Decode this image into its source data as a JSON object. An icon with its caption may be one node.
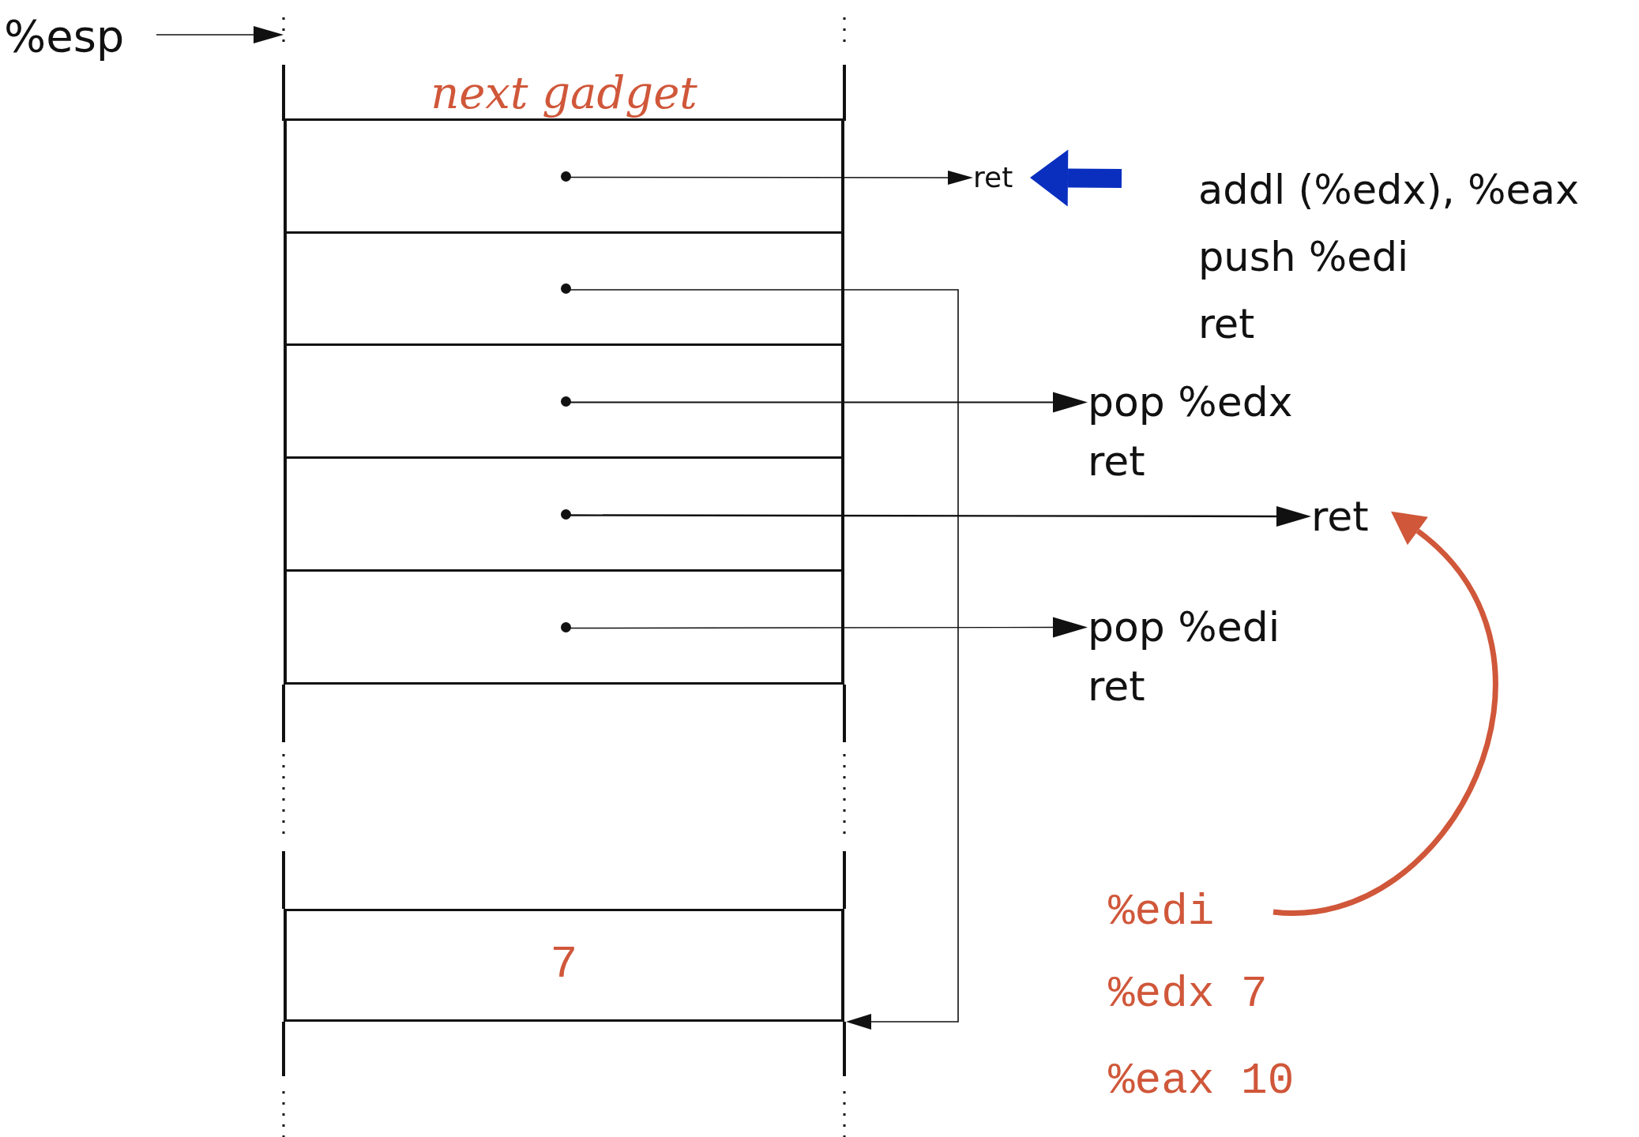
{
  "diagram": {
    "nodes": [
      {
        "text": [
          "%esp"
        ]
      },
      {
        "text": [
          "next gadget"
        ]
      },
      {
        "text": [],
        "shape": "box"
      },
      {
        "text": [],
        "shape": "box"
      },
      {
        "text": [],
        "shape": "box"
      },
      {
        "text": [],
        "shape": "box"
      },
      {
        "text": [],
        "shape": "box"
      },
      {
        "text": [
          "7"
        ]
      },
      {
        "text": [
          "ret"
        ]
      },
      {
        "text": [
          "pop %edx",
          "ret"
        ]
      },
      {
        "text": [
          "ret"
        ]
      },
      {
        "text": [
          "pop %edi",
          "ret"
        ]
      },
      {
        "text": [
          "%edi"
        ]
      }
    ],
    "edges": [
      {
        "from": 0,
        "to": 1,
        "arrow": "to"
      },
      {
        "from": 2,
        "to": 8,
        "arrow": "to"
      },
      {
        "from": 3,
        "to": 7,
        "arrow": "to"
      },
      {
        "from": 4,
        "to": 9,
        "arrow": "to"
      },
      {
        "from": 5,
        "to": 10,
        "arrow": "to"
      },
      {
        "from": 6,
        "to": 11,
        "arrow": "to"
      },
      {
        "from": 12,
        "to": 10,
        "arrow": "to",
        "style": "thick",
        "color": "#d0573a"
      },
      {
        "from": null,
        "to": 8,
        "arrow": "to",
        "style": "thick",
        "color": "#0a2fbf"
      }
    ],
    "labels": [
      "addl (%edx), %eax",
      "push %edi",
      "ret",
      "%edx 7",
      "%eax 10"
    ]
  }
}
